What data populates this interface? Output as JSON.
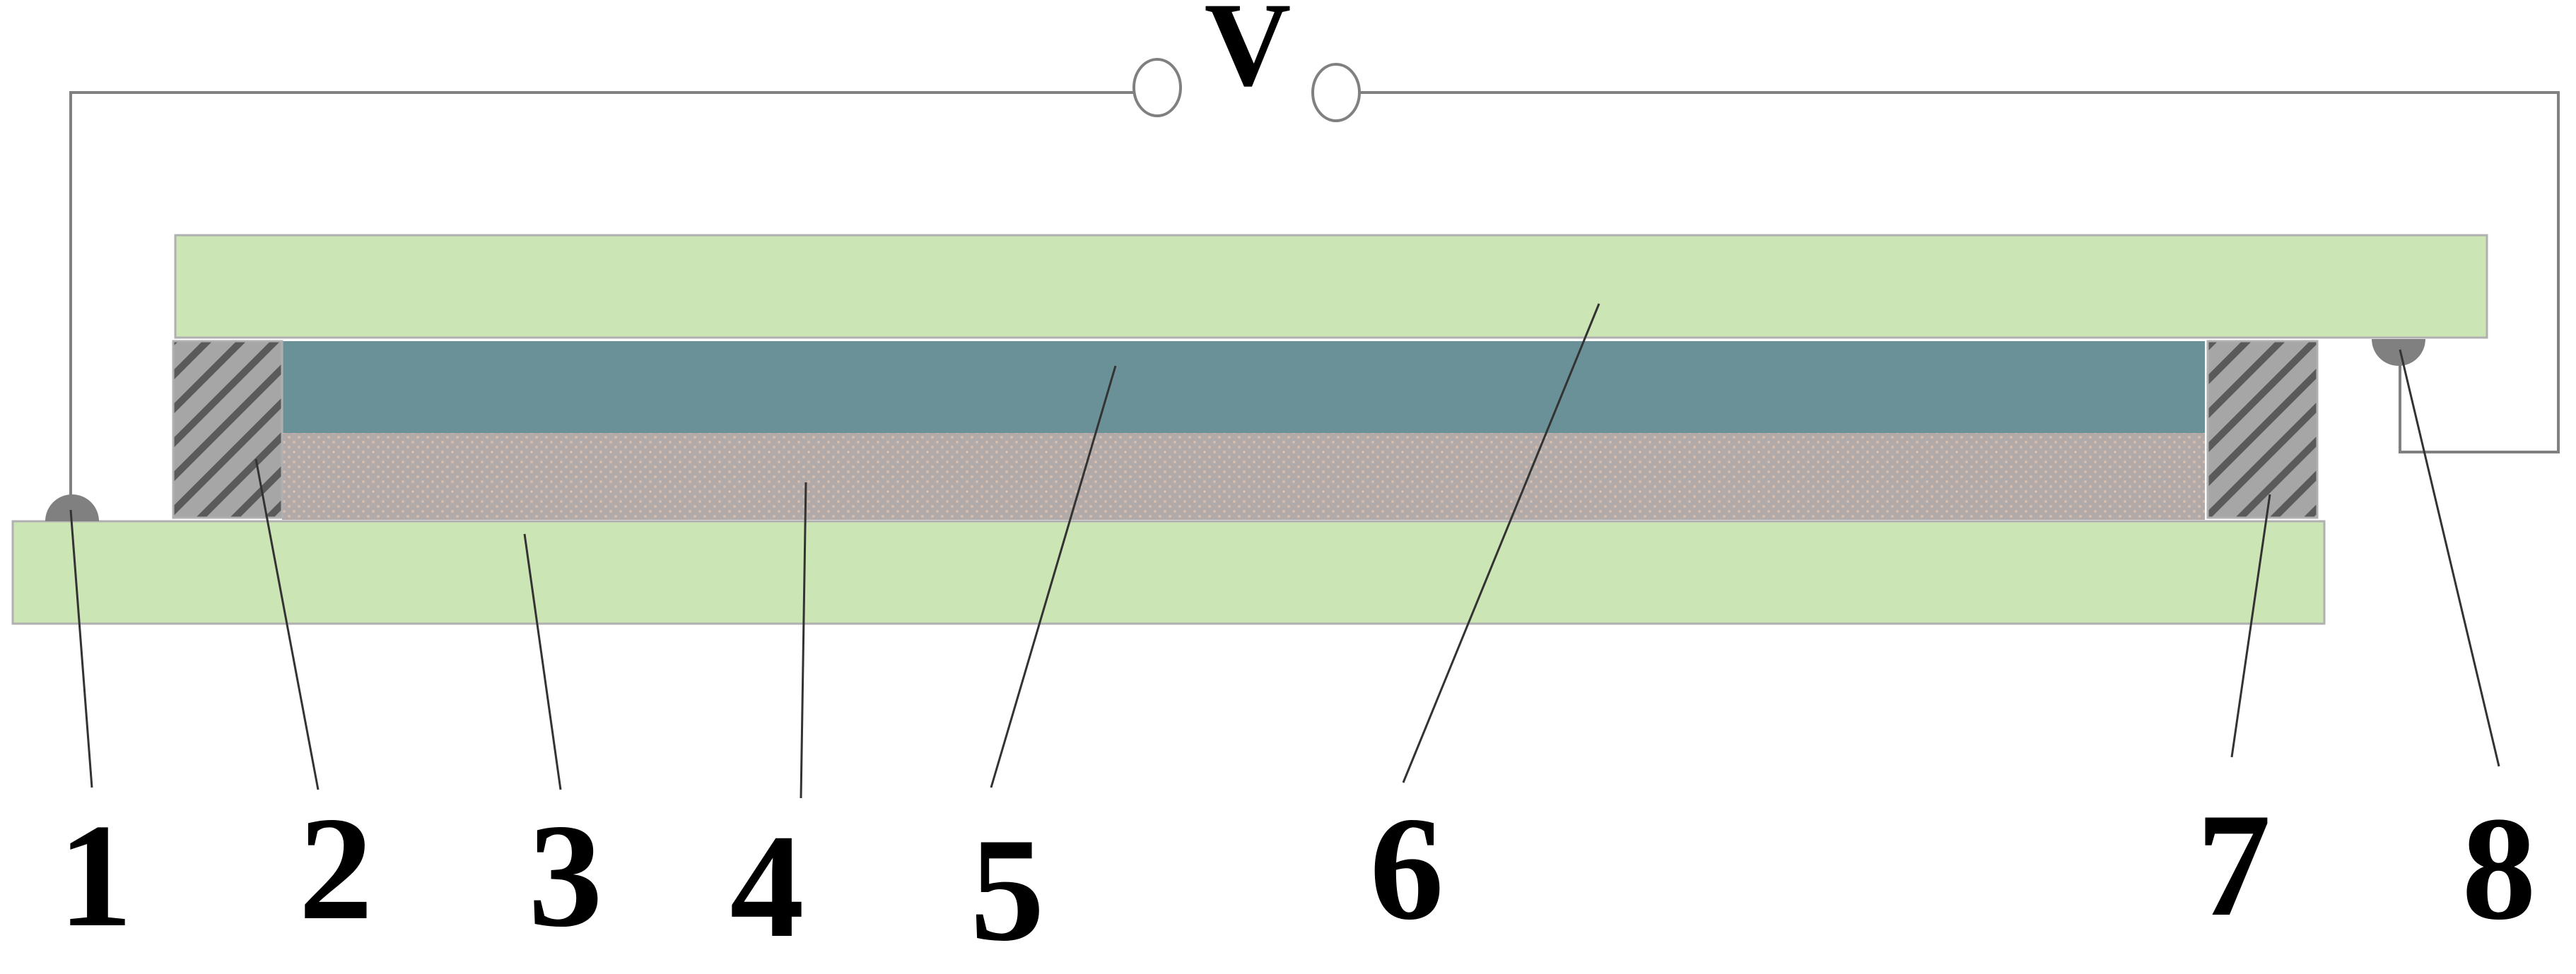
{
  "voltage_label": "V",
  "callouts": [
    {
      "id": "1",
      "text": "1"
    },
    {
      "id": "2",
      "text": "2"
    },
    {
      "id": "3",
      "text": "3"
    },
    {
      "id": "4",
      "text": "4"
    },
    {
      "id": "5",
      "text": "5"
    },
    {
      "id": "6",
      "text": "6"
    },
    {
      "id": "7",
      "text": "7"
    },
    {
      "id": "8",
      "text": "8"
    }
  ],
  "colors": {
    "glass_substrate": "#cce5b5",
    "blue_layer": "#6a9198",
    "dotted_layer_base": "#b1aaa8",
    "dotted_layer_dots": "#d0b8a8",
    "sealant": "#a6a6a6",
    "sealant_hatch": "#5a5a5a",
    "electrode_contact": "#808080",
    "wire": "#808080",
    "outline": "#b0b0b0",
    "text": "#000000"
  }
}
